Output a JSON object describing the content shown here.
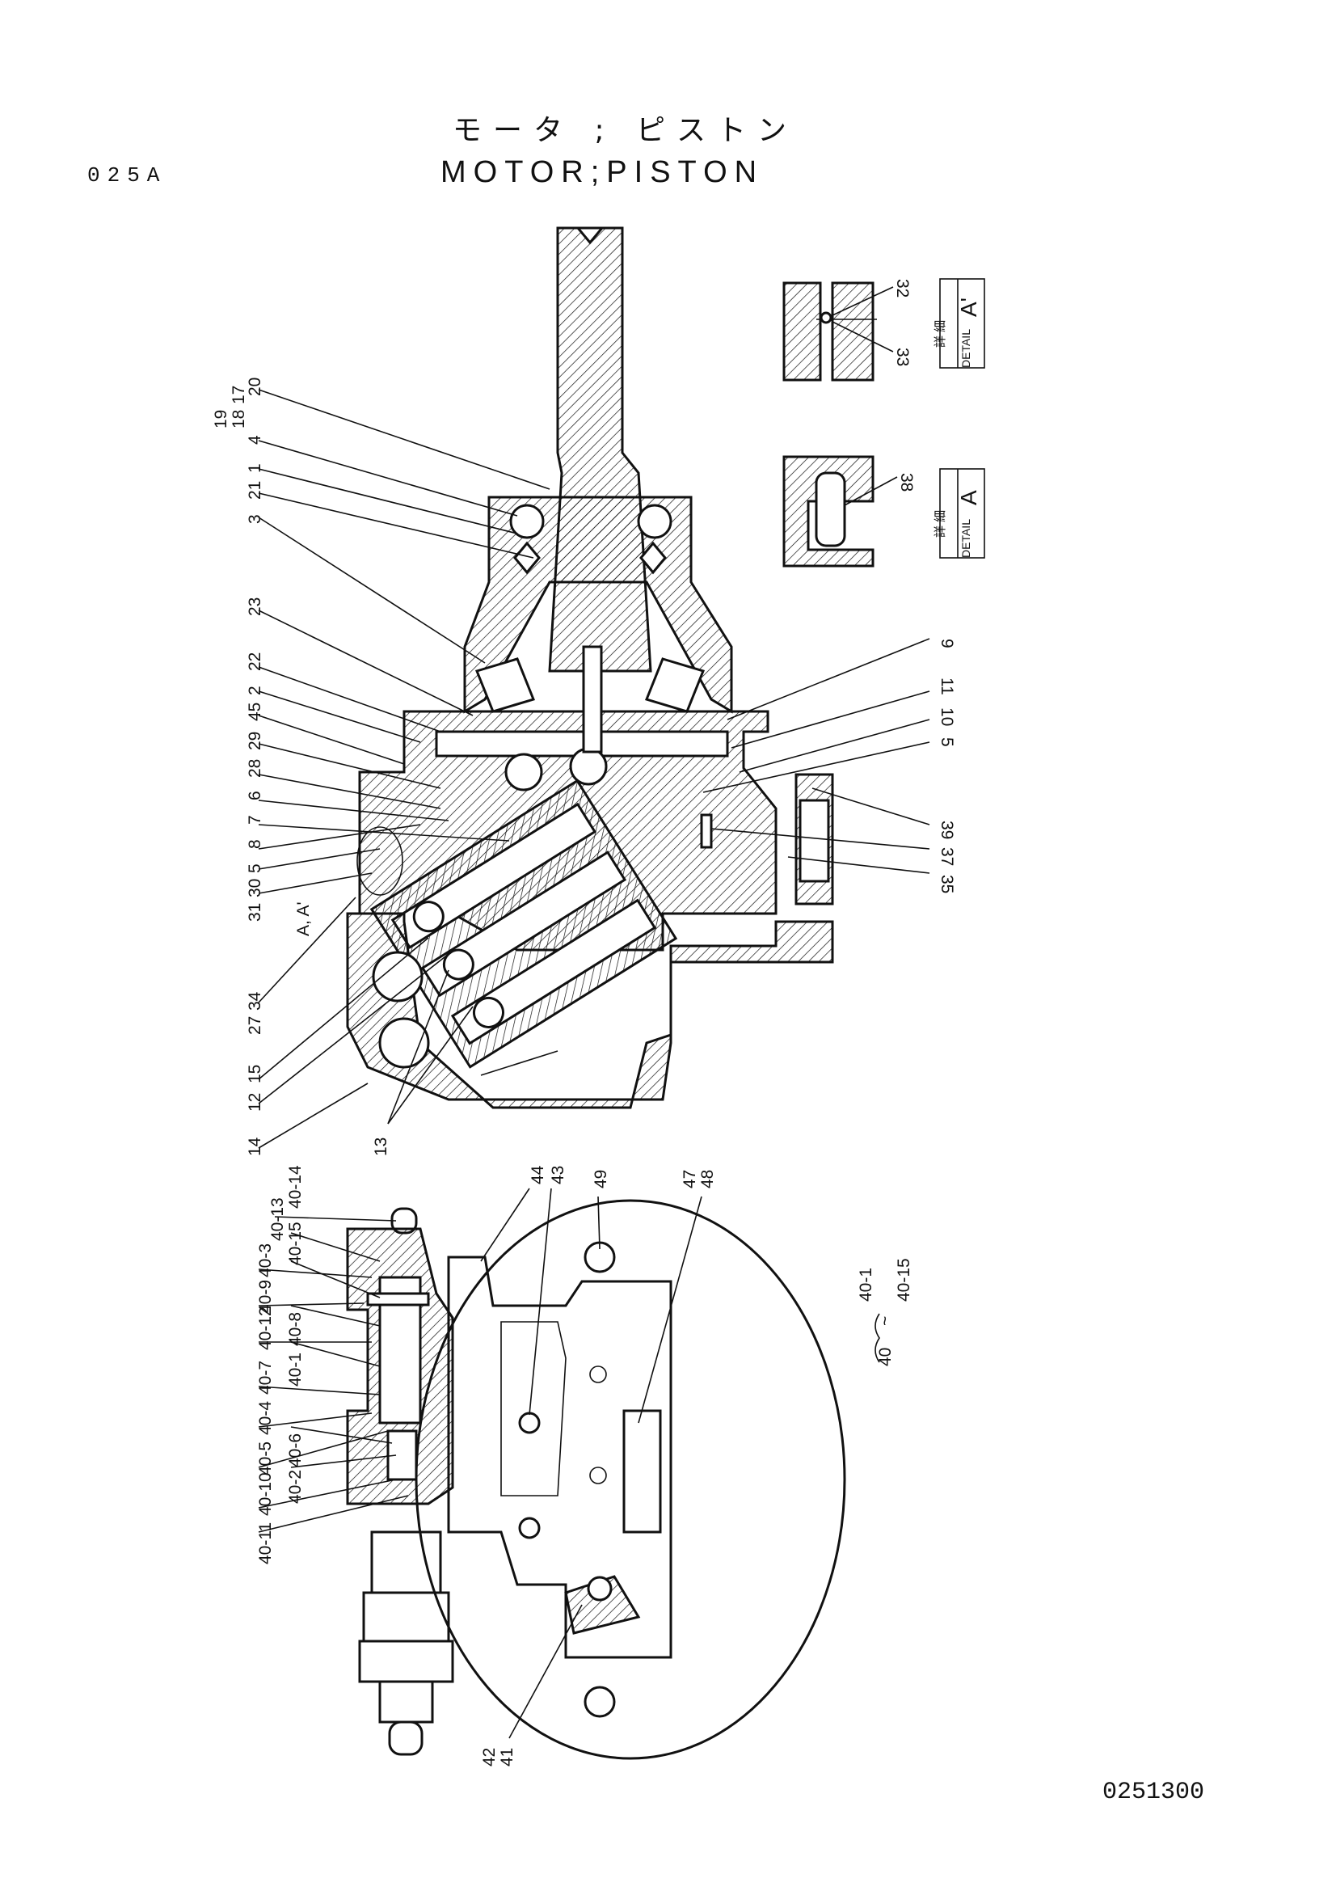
{
  "header": {
    "title_jp": "モータ ; ピストン",
    "title_en": "MOTOR;PISTON",
    "page_code": "025A"
  },
  "footer": {
    "drawing_number": "0251300"
  },
  "details": [
    {
      "label_jp": "詳 細",
      "label_en": "DETAIL",
      "mark": "A'"
    },
    {
      "label_jp": "詳 細",
      "label_en": "DETAIL",
      "mark": "A"
    }
  ],
  "section_label": "A, A'",
  "group_bracket": {
    "label": "40",
    "from": "40-1",
    "to": "40-15"
  },
  "callouts": {
    "main_left": [
      "19",
      "18",
      "17",
      "20",
      "4",
      "1",
      "21",
      "3",
      "23",
      "22",
      "2",
      "45",
      "29",
      "28",
      "6",
      "7",
      "8",
      "5",
      "30",
      "31",
      "34",
      "27",
      "15",
      "12",
      "14",
      "13"
    ],
    "main_right": [
      "9",
      "11",
      "10",
      "5",
      "39",
      "37",
      "35"
    ],
    "detail": [
      "32",
      "33",
      "38"
    ],
    "valve": [
      "40-14",
      "40-13",
      "40-15",
      "40-3",
      "40-9",
      "40-8",
      "40-12",
      "40-1",
      "40-7",
      "40-4",
      "40-6",
      "40-5",
      "40-2",
      "40-10",
      "40-11",
      "44",
      "43",
      "49",
      "47",
      "48",
      "42",
      "41"
    ]
  },
  "colors": {
    "line": "#111111",
    "paper": "#ffffff"
  }
}
